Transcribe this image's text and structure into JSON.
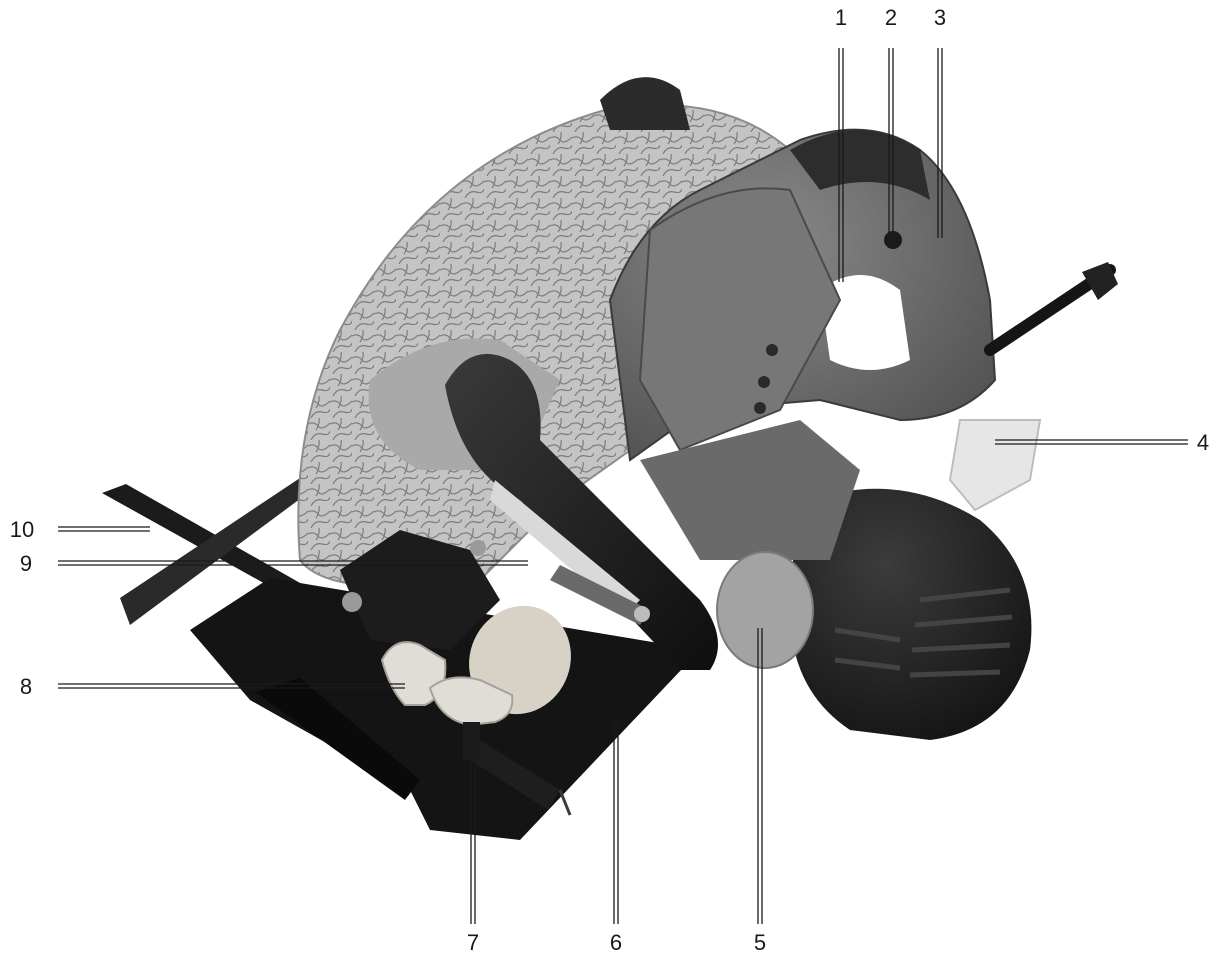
{
  "callouts": [
    {
      "id": "1",
      "label": "1"
    },
    {
      "id": "2",
      "label": "2"
    },
    {
      "id": "3",
      "label": "3"
    },
    {
      "id": "4",
      "label": "4"
    },
    {
      "id": "5",
      "label": "5"
    },
    {
      "id": "6",
      "label": "6"
    },
    {
      "id": "7",
      "label": "7"
    },
    {
      "id": "8",
      "label": "8"
    },
    {
      "id": "9",
      "label": "9"
    },
    {
      "id": "10",
      "label": "10"
    }
  ],
  "colors": {
    "background": "#ffffff",
    "guard_silver": "#b8b8b8",
    "body_grey": "#6e6e6e",
    "handle_dark": "#2a2a2a",
    "base_black": "#151515",
    "lever_light": "#e3e3e3",
    "line": "#1a1a1a"
  }
}
